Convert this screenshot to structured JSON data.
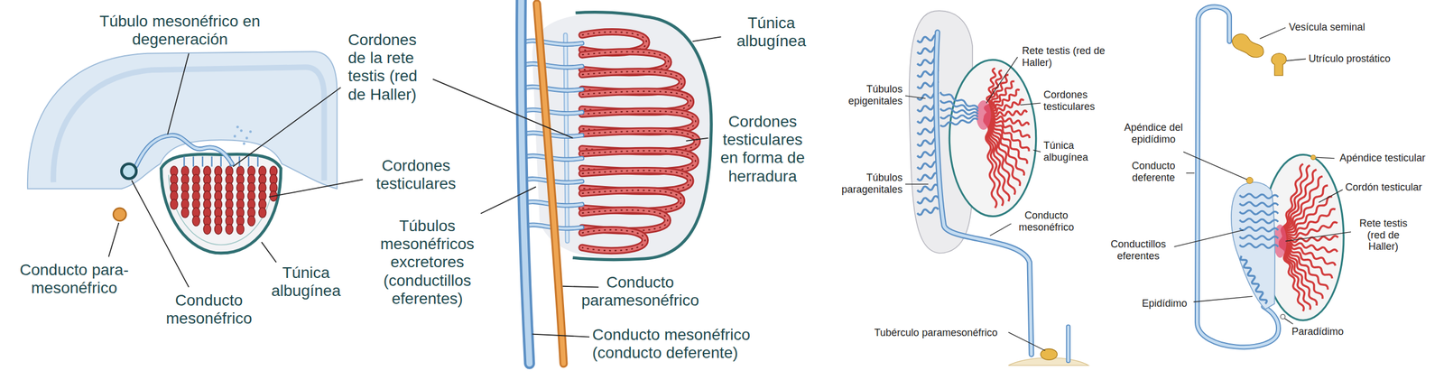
{
  "diagram": {
    "labels": [
      "Túbulo mesonéfrico en degeneración",
      "Cordones de la rete testis (red de Haller)",
      "Cordones testiculares",
      "Conducto para- mesonéfrico",
      "Conducto mesonéfrico",
      "Túnica albugínea",
      "Túnica albugínea",
      "Cordones testiculares en forma de herradura",
      "Túbulos mesonéfricos excretores (conductillos eferentes)",
      "Conducto paramesonéfrico",
      "Conducto mesonéfrico (conducto deferente)",
      "Rete testis (red de Haller)",
      "Túbulos epigenitales",
      "Cordones testiculares",
      "Túnica albugínea",
      "Túbulos paragenitales",
      "Conducto mesonéfrico",
      "Tubérculo paramesonéfrico",
      "Vesícula seminal",
      "Utrículo prostático",
      "Apéndice del epidídimo",
      "Apéndice testicular",
      "Conducto deferente",
      "Cordón testicular",
      "Rete testis (red de Haller)",
      "Conductillos eferentes",
      "Epidídimo",
      "Paradídimo"
    ]
  }
}
